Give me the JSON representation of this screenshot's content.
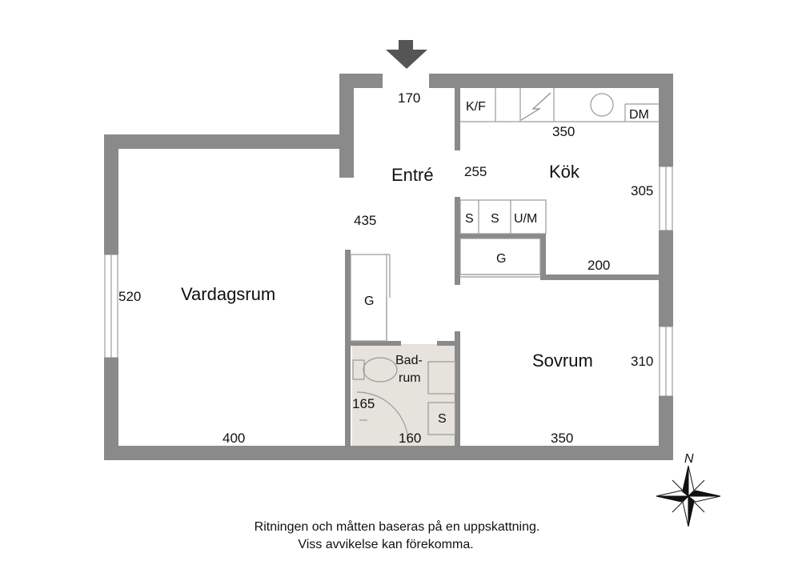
{
  "entrance_arrow_icon": "arrow-down-icon",
  "colors": {
    "wall": "#8a8a8a",
    "bathroom_floor": "#e6e2dc",
    "fixture_line": "#9a9a9a",
    "text": "#111111"
  },
  "rooms": {
    "entre": "Entré",
    "kok": "Kök",
    "vardagsrum": "Vardagsrum",
    "badrum_line1": "Bad-",
    "badrum_line2": "rum",
    "sovrum": "Sovrum"
  },
  "dimensions": {
    "entrance_width": "170",
    "kitchen_width": "350",
    "entre_height": "255",
    "kitchen_height": "305",
    "hall_length": "435",
    "closet_width": "200",
    "living_height": "520",
    "bedroom_height": "310",
    "living_width": "400",
    "bath_height": "165",
    "bath_width": "160",
    "bedroom_width": "350"
  },
  "fixtures": {
    "fridge_freezer": "K/F",
    "dishwasher": "DM",
    "storage_1": "S",
    "storage_2": "S",
    "oven_microwave": "U/M",
    "closet_kitchen": "G",
    "closet_hall": "G",
    "storage_bath": "S"
  },
  "compass": {
    "north": "N",
    "icon": "compass-rose-icon"
  },
  "disclaimer": {
    "line1": "Ritningen och måtten baseras på en uppskattning.",
    "line2": "Viss avvikelse kan förekomma."
  }
}
